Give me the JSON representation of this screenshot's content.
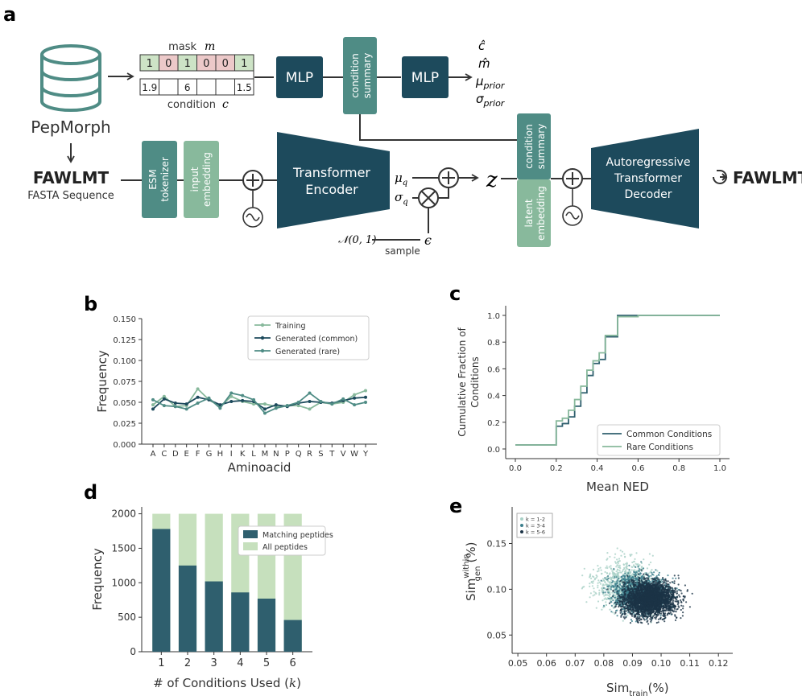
{
  "panel_labels": {
    "a": "a",
    "b": "b",
    "c": "c",
    "d": "d",
    "e": "e"
  },
  "diagram": {
    "database_label": "PepMorph",
    "sequence": "FAWLMT",
    "fasta_label": "FASTA Sequence",
    "mask_label": "mask",
    "mask_symbol": "m",
    "mask_values": [
      "1",
      "0",
      "1",
      "0",
      "0",
      "1"
    ],
    "condition_values": [
      "1.9",
      "",
      "6",
      "",
      "",
      "1.5"
    ],
    "condition_label": "condition",
    "condition_symbol": "c",
    "mlp1": "MLP",
    "condition_summary": [
      "condition",
      "summary"
    ],
    "mlp2": "MLP",
    "outputs": [
      "ĉ",
      "m̂",
      "μ",
      "prior",
      "σ",
      "prior"
    ],
    "esm_tokenizer": [
      "ESM",
      "tokenizer"
    ],
    "input_embedding": [
      "input",
      "embedding"
    ],
    "encoder": [
      "Transformer",
      "Encoder"
    ],
    "mu_q": [
      "μ",
      "q"
    ],
    "sigma_q": [
      "σ",
      "q"
    ],
    "z": "z",
    "normal": "𝒩(0, 1)",
    "sample": "sample",
    "epsilon": "ϵ",
    "latent_embedding": [
      "latent",
      "embedding"
    ],
    "decoder": [
      "Autoregressive",
      "Transformer",
      "Decoder"
    ],
    "output_sequence": "FAWLMT",
    "colors": {
      "dark": "#1d4a5c",
      "mid": "#4f8c85",
      "light": "#88b99c",
      "mask_green": "#cde3c6",
      "mask_red": "#ecc9c9"
    }
  },
  "chart_b": {
    "type": "line",
    "ylabel": "Frequency",
    "xlabel": "Aminoacid",
    "categories": [
      "A",
      "C",
      "D",
      "E",
      "F",
      "G",
      "H",
      "I",
      "K",
      "L",
      "M",
      "N",
      "P",
      "Q",
      "R",
      "S",
      "T",
      "V",
      "W",
      "Y"
    ],
    "ylim": [
      0,
      0.15
    ],
    "yticks": [
      "0.000",
      "0.025",
      "0.050",
      "0.075",
      "0.100",
      "0.125",
      "0.150"
    ],
    "series": [
      {
        "name": "Training",
        "color": "#88b99c",
        "values": [
          0.047,
          0.057,
          0.045,
          0.046,
          0.066,
          0.053,
          0.045,
          0.057,
          0.051,
          0.048,
          0.048,
          0.045,
          0.046,
          0.046,
          0.042,
          0.05,
          0.048,
          0.05,
          0.059,
          0.064
        ]
      },
      {
        "name": "Generated (common)",
        "color": "#1d4a5c",
        "values": [
          0.042,
          0.054,
          0.049,
          0.048,
          0.056,
          0.053,
          0.047,
          0.051,
          0.052,
          0.051,
          0.042,
          0.047,
          0.045,
          0.049,
          0.051,
          0.05,
          0.049,
          0.052,
          0.055,
          0.056
        ]
      },
      {
        "name": "Generated (rare)",
        "color": "#4f8c85",
        "values": [
          0.053,
          0.046,
          0.045,
          0.042,
          0.049,
          0.055,
          0.043,
          0.061,
          0.058,
          0.053,
          0.037,
          0.043,
          0.046,
          0.05,
          0.061,
          0.051,
          0.048,
          0.054,
          0.047,
          0.05
        ]
      }
    ]
  },
  "chart_c": {
    "type": "line",
    "ylabel": [
      "Cumulative Fraction of",
      "Conditions"
    ],
    "xlabel": "Mean NED",
    "xlim": [
      0,
      1
    ],
    "ylim": [
      0,
      1
    ],
    "xticks": [
      "0.0",
      "0.2",
      "0.4",
      "0.6",
      "0.8",
      "1.0"
    ],
    "yticks": [
      "0.0",
      "0.2",
      "0.4",
      "0.6",
      "0.8",
      "1.0"
    ],
    "series": [
      {
        "name": "Common Conditions",
        "color": "#2f5f6e",
        "x": [
          0,
          0.17,
          0.2,
          0.23,
          0.26,
          0.29,
          0.32,
          0.35,
          0.38,
          0.41,
          0.44,
          0.5,
          0.6,
          1.0
        ],
        "y": [
          0.03,
          0.03,
          0.17,
          0.19,
          0.24,
          0.32,
          0.42,
          0.55,
          0.64,
          0.67,
          0.84,
          1.0,
          1.0,
          1.0
        ]
      },
      {
        "name": "Rare Conditions",
        "color": "#88b99c",
        "x": [
          0,
          0.17,
          0.2,
          0.23,
          0.26,
          0.29,
          0.32,
          0.35,
          0.38,
          0.41,
          0.44,
          0.5,
          0.6,
          1.0
        ],
        "y": [
          0.03,
          0.03,
          0.21,
          0.23,
          0.29,
          0.37,
          0.47,
          0.59,
          0.66,
          0.72,
          0.85,
          0.99,
          1.0,
          1.0
        ]
      }
    ]
  },
  "chart_d": {
    "type": "bar",
    "categories": [
      "1",
      "2",
      "3",
      "4",
      "5",
      "6"
    ],
    "ylabel": "Frequency",
    "xlabel": "# of Conditions Used (",
    "xlabel_k": "k",
    "xlabel_end": ")",
    "ylim": [
      0,
      2100
    ],
    "yticks": [
      "0",
      "500",
      "1000",
      "1500",
      "2000"
    ],
    "series": [
      {
        "name": "Matching peptides",
        "color": "#2f5f6e",
        "values": [
          1780,
          1250,
          1020,
          860,
          770,
          460
        ]
      },
      {
        "name": "All peptides",
        "color": "#c6e0bd",
        "values": [
          2000,
          2000,
          2000,
          2000,
          2000,
          2000
        ]
      }
    ]
  },
  "chart_e": {
    "type": "scatter",
    "xlabel": "Sim",
    "xlabel_sub": "train",
    "xlabel_unit": "(%)",
    "ylabel": "Sim",
    "ylabel_sup": "within",
    "ylabel_sub": "gen",
    "ylabel_unit": "(%)",
    "xlim": [
      0.048,
      0.125
    ],
    "ylim": [
      0.03,
      0.19
    ],
    "xticks": [
      "0.05",
      "0.06",
      "0.07",
      "0.08",
      "0.09",
      "0.10",
      "0.11",
      "0.12"
    ],
    "yticks": [
      "0.05",
      "0.10",
      "0.15"
    ],
    "series": [
      {
        "name": "k = 1-2",
        "color": "#a9d1c7",
        "center": [
          0.088,
          0.105
        ]
      },
      {
        "name": "k = 3-4",
        "color": "#3d7f8d",
        "center": [
          0.093,
          0.095
        ]
      },
      {
        "name": "k = 5-6",
        "color": "#1b3346",
        "center": [
          0.096,
          0.09
        ]
      }
    ]
  }
}
